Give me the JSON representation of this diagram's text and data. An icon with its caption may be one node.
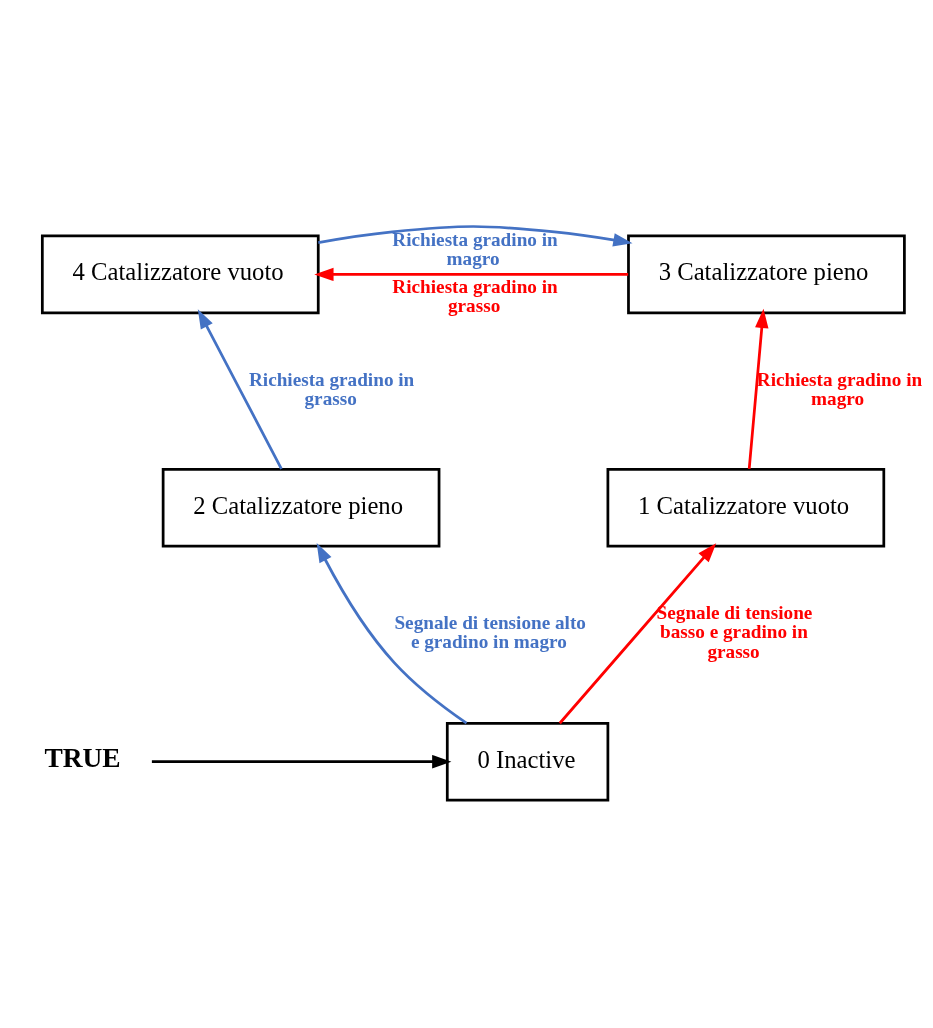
{
  "diagram": {
    "nodes": [
      {
        "text": [
          "4 Catalizzatore vuoto"
        ]
      },
      {
        "text": [
          "3 Catalizzatore pieno"
        ]
      },
      {
        "text": [
          "2 Catalizzatore pieno"
        ]
      },
      {
        "text": [
          "1 Catalizzatore vuoto"
        ]
      },
      {
        "text": [
          "0 Inactive"
        ]
      },
      {
        "text": [
          "TRUE"
        ]
      }
    ],
    "edges": [
      {
        "from": 5,
        "to": 4,
        "arrow": "to",
        "color": "#000000"
      },
      {
        "from": 4,
        "to": 2,
        "arrow": "to",
        "label": "Segnale di tensione alto e gradino in magro",
        "color": "#4472c4"
      },
      {
        "from": 4,
        "to": 3,
        "arrow": "to",
        "label": "Segnale di tensione basso e gradino in grasso",
        "color": "#ff0000"
      },
      {
        "from": 2,
        "to": 0,
        "arrow": "to",
        "label": "Richiesta gradino in grasso",
        "color": "#4472c4"
      },
      {
        "from": 3,
        "to": 1,
        "arrow": "to",
        "label": "Richiesta gradino in magro",
        "color": "#ff0000"
      },
      {
        "from": 1,
        "to": 0,
        "arrow": "to",
        "label": "Richiesta gradino in grasso",
        "color": "#ff0000"
      },
      {
        "from": 0,
        "to": 1,
        "arrow": "to",
        "label": "Richiesta gradino in magro",
        "color": "#4472c4"
      }
    ]
  }
}
